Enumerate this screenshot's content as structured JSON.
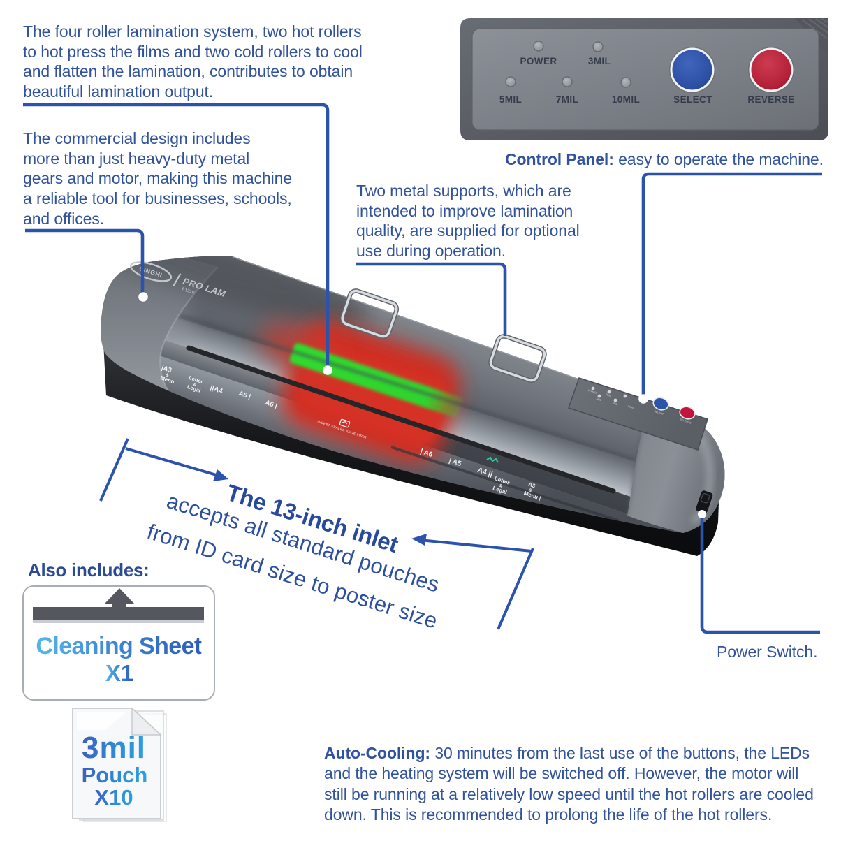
{
  "colors": {
    "text_blue": "#31539d",
    "callout_blue": "#2b53ab",
    "select_button": "#2c4fa3",
    "reverse_button": "#bf2742",
    "glow_red": "#d23428",
    "glow_green": "#2ed32e",
    "machine_gray": "#7c8187",
    "base_black": "#141518"
  },
  "paragraphs": {
    "four_roller": "The four roller lamination system, two hot rollers\nto hot press the films and two cold rollers to cool\nand flatten the lamination, contributes to obtain\nbeautiful lamination output.",
    "commercial_design": "The commercial design includes\nmore than just heavy-duty metal\ngears and motor, making this machine\na reliable tool for businesses, schools,\nand offices.",
    "metal_supports": "Two metal supports, which are\nintended to improve lamination\nquality, are supplied for optional\nuse during operation.",
    "auto_cooling_lead": "Auto-Cooling:",
    "auto_cooling_rest": " 30 minutes from the last use of the buttons, the LEDs\nand the heating system will be switched off. However, the motor will\nstill be running at a relatively low speed until the hot rollers are cooled\ndown. This is recommended to prolong the life of the hot rollers."
  },
  "captions": {
    "control_panel_lead": "Control Panel:",
    "control_panel_rest": " easy to operate the machine.",
    "power_switch": "Power Switch.",
    "also_includes": "Also includes:"
  },
  "inlet_callout": {
    "line1": "The 13-inch inlet",
    "line2": "accepts all standard pouches",
    "line3": "from ID card size to poster size"
  },
  "control_panel_photo": {
    "led_labels": [
      "POWER",
      "3MIL",
      "5MIL",
      "7MIL",
      "10MIL"
    ],
    "select_label": "SELECT",
    "reverse_label": "REVERSE"
  },
  "includes": {
    "cleaning_line1": "Cleaning Sheet",
    "cleaning_line2": "X1",
    "pouch_line1": "3mil",
    "pouch_line2": "Pouch",
    "pouch_line3": "X10"
  },
  "machine": {
    "brand": "SINGHI",
    "series": "PRO LAM",
    "model": "F1310",
    "insert_note": "INSERT SEALED EDGE FIRST",
    "infeed_marks": [
      "|A3",
      "&",
      "Menu",
      "Letter",
      "&",
      "Legal",
      "||A4",
      "A5 |",
      "A6 |"
    ],
    "outfeed_marks": [
      "| A6",
      "| A5",
      "A4 ||",
      "Letter",
      "&",
      "Legal",
      "A3",
      "&",
      "Menu |"
    ],
    "panel_marks": [
      "POWER",
      "3MIL",
      "5MIL",
      "7MIL",
      "10MIL",
      "SELECT",
      "REVERSE"
    ]
  }
}
